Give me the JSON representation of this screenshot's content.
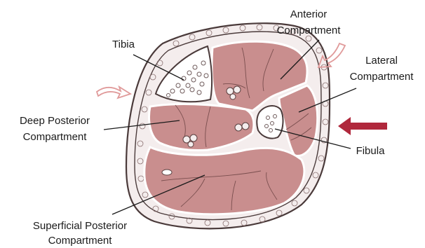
{
  "labels": {
    "anterior_line1": "Anterior",
    "anterior_line2": "Compartment",
    "tibia": "Tibia",
    "lateral_line1": "Lateral",
    "lateral_line2": "Compartment",
    "deep_posterior_line1": "Deep Posterior",
    "deep_posterior_line2": "Compartment",
    "fibula": "Fibula",
    "superficial_posterior_line1": "Superficial Posterior",
    "superficial_posterior_line2": "Compartment"
  },
  "colors": {
    "muscle": "#c98e8e",
    "muscle_dark": "#a96d6d",
    "fascia": "#ffffff",
    "skin_outline": "#4a3a3a",
    "fat_layer": "#f4eded",
    "bone": "#ffffff",
    "marrow": "#6e5a5a",
    "outline_arrow": "#e09a9a",
    "solid_arrow": "#b0283c"
  }
}
